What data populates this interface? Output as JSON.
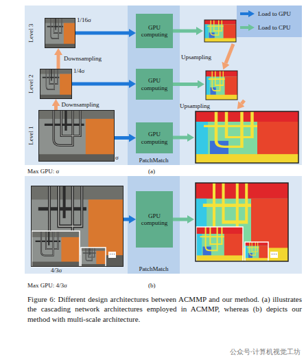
{
  "diagram": {
    "caption": "Figure 6: Different design architectures between ACMMP and our method. (a) illustrates the cascading network architectures employed in ACMMP, whereas (b) depicts our method with multi-scale architecture.",
    "nodes": [
      {
        "text": [
          "1/16σ"
        ]
      },
      {
        "text": [
          "PatchMatch"
        ]
      },
      {
        "text": [
          "GPU computing"
        ],
        "in": 1
      },
      {
        "text": [
          "1/4σ"
        ]
      },
      {
        "text": [
          "GPU computing"
        ],
        "in": 1
      },
      {
        "text": [
          "σ"
        ]
      },
      {
        "text": [
          "GPU computing"
        ],
        "in": 1
      },
      {
        "text": [
          "4/3σ"
        ]
      },
      {
        "text": [
          "PatchMatch"
        ]
      },
      {
        "text": [
          "GPU computing"
        ],
        "in": 8
      }
    ],
    "edges": [
      {
        "from": 0,
        "to": 2,
        "arrow": "to"
      },
      {
        "from": 3,
        "to": 0,
        "label": "Downsampling",
        "arrow": "to"
      },
      {
        "from": 3,
        "to": 4,
        "arrow": "to"
      },
      {
        "from": 5,
        "to": 3,
        "label": "Downsampling",
        "arrow": "to"
      },
      {
        "from": 5,
        "to": 6,
        "arrow": "to"
      },
      {
        "from": 7,
        "to": 9,
        "arrow": "to"
      }
    ],
    "labels": [
      "Level 3",
      "Level 2",
      "Level 1",
      "Upsampling",
      "Upsampling",
      "Max GPU: σ",
      "(a)",
      "⋯",
      "⋯",
      "Max GPU: 4/3σ",
      "(b)",
      "公众号·计算机视觉工坊"
    ],
    "legend": [
      {
        "text": "Load to GPU"
      },
      {
        "text": "Load to CPU"
      }
    ]
  }
}
